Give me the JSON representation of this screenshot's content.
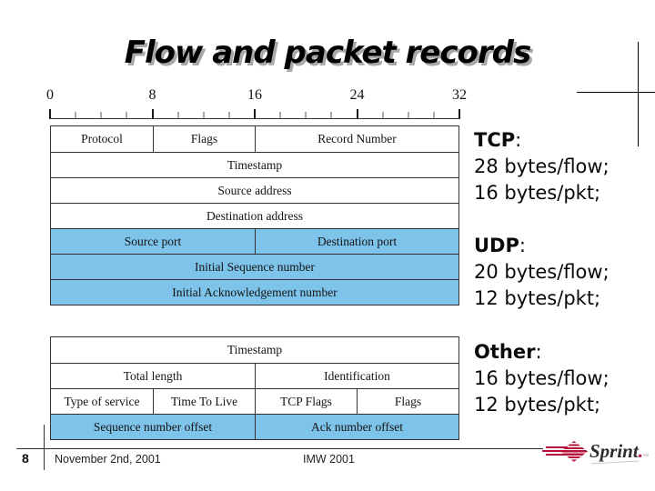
{
  "title": "Flow and packet records",
  "ruler": {
    "labels": [
      "0",
      "8",
      "16",
      "24",
      "32"
    ]
  },
  "diagram": {
    "blocks": [
      {
        "rows": [
          {
            "bg": "white",
            "cells": [
              {
                "label": "Protocol",
                "bits": 8
              },
              {
                "label": "Flags",
                "bits": 8
              },
              {
                "label": "Record Number",
                "bits": 16
              }
            ]
          },
          {
            "bg": "white",
            "cells": [
              {
                "label": "Timestamp",
                "bits": 32
              }
            ]
          },
          {
            "bg": "white",
            "cells": [
              {
                "label": "Source address",
                "bits": 32
              }
            ]
          },
          {
            "bg": "white",
            "cells": [
              {
                "label": "Destination address",
                "bits": 32
              }
            ]
          },
          {
            "bg": "blue",
            "cells": [
              {
                "label": "Source port",
                "bits": 16
              },
              {
                "label": "Destination port",
                "bits": 16
              }
            ]
          },
          {
            "bg": "blue",
            "cells": [
              {
                "label": "Initial Sequence number",
                "bits": 32
              }
            ]
          },
          {
            "bg": "blue",
            "cells": [
              {
                "label": "Initial Acknowledgement number",
                "bits": 32
              }
            ]
          }
        ]
      },
      {
        "rows": [
          {
            "bg": "white",
            "cells": [
              {
                "label": "Timestamp",
                "bits": 32
              }
            ]
          },
          {
            "bg": "white",
            "cells": [
              {
                "label": "Total length",
                "bits": 16
              },
              {
                "label": "Identification",
                "bits": 16
              }
            ]
          },
          {
            "bg": "white",
            "cells": [
              {
                "label": "Type of service",
                "bits": 8
              },
              {
                "label": "Time To Live",
                "bits": 8
              },
              {
                "label": "TCP Flags",
                "bits": 8
              },
              {
                "label": "Flags",
                "bits": 8
              }
            ]
          },
          {
            "bg": "blue",
            "cells": [
              {
                "label": "Sequence number offset",
                "bits": 16
              },
              {
                "label": "Ack number offset",
                "bits": 16
              }
            ]
          }
        ]
      }
    ]
  },
  "annotations": [
    {
      "id": "tcp",
      "heading": "TCP",
      "punct": ":",
      "lines": [
        "28 bytes/flow;",
        "16 bytes/pkt;"
      ]
    },
    {
      "id": "udp",
      "heading": "UDP",
      "punct": ":",
      "lines": [
        "20 bytes/flow;",
        "12 bytes/pkt;"
      ]
    },
    {
      "id": "other",
      "heading": "Other",
      "punct": ":",
      "lines": [
        "16 bytes/flow;",
        "12 bytes/pkt;"
      ]
    }
  ],
  "footer": {
    "page_number": "8",
    "date": "November 2nd, 2001",
    "venue": "IMW 2001"
  },
  "logo": {
    "text": "Sprint",
    "period": ".",
    "tm": "™"
  },
  "colors": {
    "row_blue": "#7EC3EA",
    "sprint_red": "#B5123A",
    "border": "#333333"
  }
}
